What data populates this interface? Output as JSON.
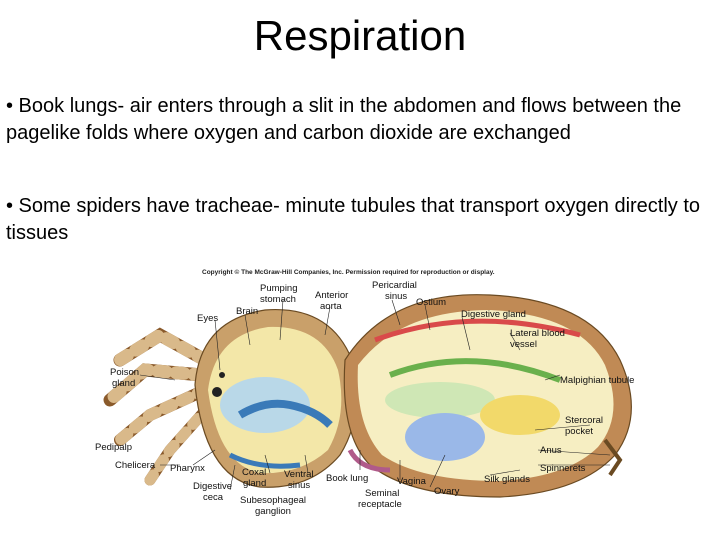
{
  "slide": {
    "title": "Respiration",
    "bullets": [
      "• Book lungs- air enters through a slit in the abdomen and flows between the pagelike folds where oxygen and carbon dioxide are exchanged",
      "• Some spiders have tracheae- minute tubules that transport oxygen directly to tissues"
    ]
  },
  "figure": {
    "copyright": "Copyright © The McGraw-Hill Companies, Inc. Permission required for reproduction or display.",
    "labels": {
      "pumping_stomach": [
        "Pumping",
        "stomach"
      ],
      "anterior_aorta": [
        "Anterior",
        "aorta"
      ],
      "pericardial_sinus": [
        "Pericardial",
        "sinus"
      ],
      "ostium": "Ostium",
      "digestive_gland": "Digestive gland",
      "lateral_blood_vessel": [
        "Lateral blood",
        "vessel"
      ],
      "malpighian_tubule": "Malpighian tubule",
      "stercoral_pocket": [
        "Stercoral",
        "pocket"
      ],
      "anus": "Anus",
      "spinnerets": "Spinnerets",
      "silk_glands": "Silk glands",
      "ovary": "Ovary",
      "vagina": "Vagina",
      "seminal_receptacle": [
        "Seminal",
        "receptacle"
      ],
      "book_lung": "Book lung",
      "ventral_sinus": [
        "Ventral",
        "sinus"
      ],
      "subesophageal_ganglion": [
        "Subesophageal",
        "ganglion"
      ],
      "coxal_gland": [
        "Coxal",
        "gland"
      ],
      "digestive_ceca": [
        "Digestive",
        "ceca"
      ],
      "pharynx": "Pharynx",
      "chelicera": "Chelicera",
      "pedipalp": "Pedipalp",
      "poison_gland": [
        "Poison",
        "gland"
      ],
      "eyes": "Eyes",
      "brain": "Brain"
    }
  }
}
